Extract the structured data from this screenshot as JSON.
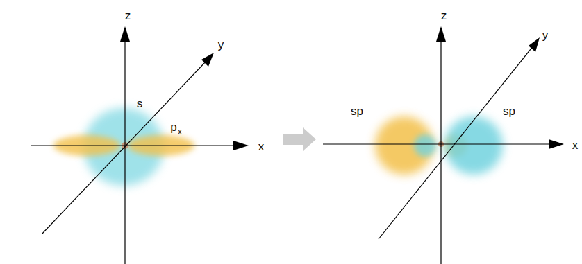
{
  "diagram": {
    "labels": [
      "z",
      "y",
      "x",
      "s",
      "p",
      "x",
      "z",
      "y",
      "x",
      "sp",
      "sp"
    ]
  }
}
